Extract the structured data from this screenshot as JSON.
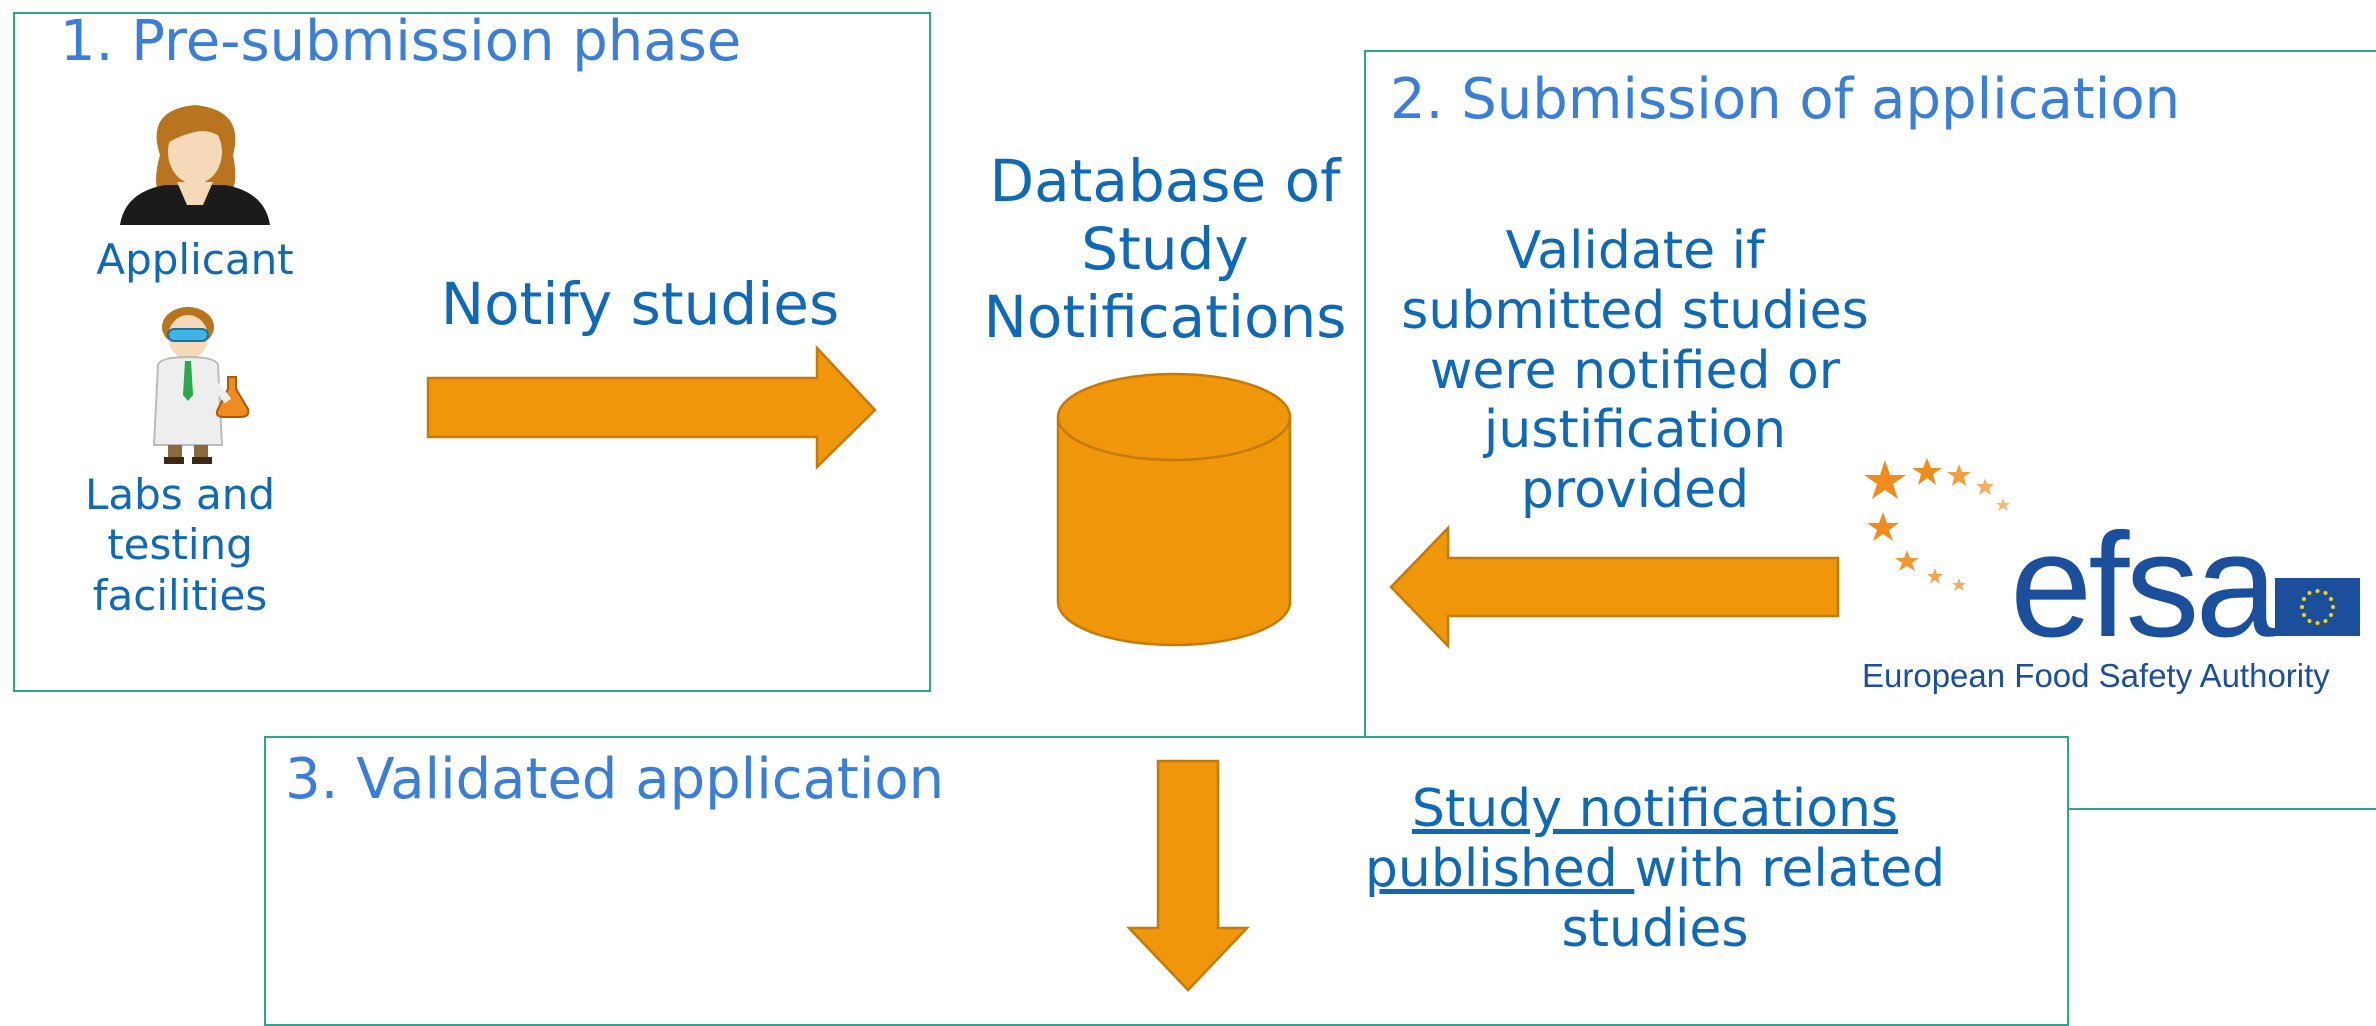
{
  "phase1": {
    "title": "1. Pre-submission phase",
    "applicant_label": "Applicant",
    "labs_label": "Labs and\ntesting\nfacilities",
    "arrow_label": "Notify studies"
  },
  "database": {
    "label": "Database of\nStudy\nNotifications"
  },
  "phase2": {
    "title": "2. Submission of application",
    "validate_text": "Validate if\nsubmitted studies\nwere notified or\njustification\nprovided"
  },
  "efsa": {
    "logo_text": "efsa",
    "subtitle": "European Food Safety Authority"
  },
  "phase3": {
    "title": "3. Validated application",
    "published_link_1": "Study notifications",
    "published_link_2": "published ",
    "published_rest": "with related",
    "published_line3": "studies"
  },
  "colors": {
    "panel_border": "#2ba68a",
    "title_blue": "#3a7fd5",
    "text_blue": "#0f69b4",
    "arrow_orange": "#f0960a",
    "arrow_stroke": "#c47a08",
    "efsa_blue": "#1b4f9c",
    "efsa_star_orange": "#f08c1e"
  }
}
